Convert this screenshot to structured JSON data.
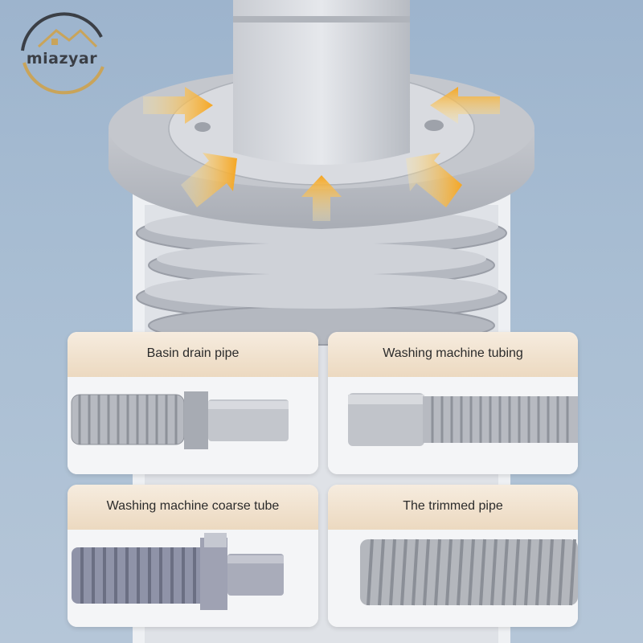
{
  "brand": {
    "name": "miazyar"
  },
  "colors": {
    "background": "#a9bed3",
    "arrow": "#f5a623",
    "card_header": "#efdcc4",
    "pipe_grey": "#b9bcc2",
    "pipe_dark": "#8f93a8"
  },
  "cards": [
    {
      "title": "Basin drain pipe",
      "icon": "basin-drain-pipe"
    },
    {
      "title": "Washing machine tubing",
      "icon": "washing-machine-tubing"
    },
    {
      "title": "Washing machine coarse tube",
      "icon": "washing-machine-coarse-tube"
    },
    {
      "title": "The trimmed pipe",
      "icon": "trimmed-pipe"
    }
  ]
}
